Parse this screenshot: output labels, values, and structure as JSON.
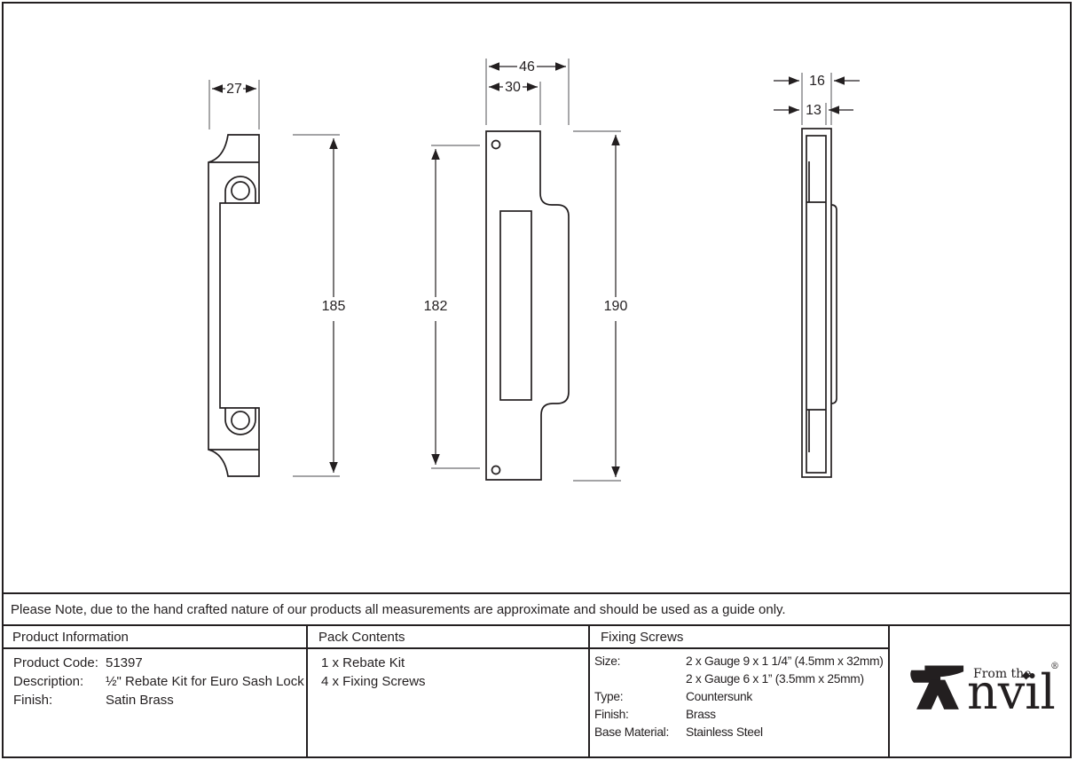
{
  "note": "Please Note, due to the hand crafted nature of our products all measurements are approximate and should be used as a guide only.",
  "dimensions": {
    "front_width": "27",
    "front_height": "185",
    "plate_inner_width": "30",
    "plate_outer_width": "46",
    "plate_left_height": "182",
    "plate_overall_height": "190",
    "side_outer_depth": "16",
    "side_plate_depth": "13"
  },
  "table": {
    "product_information": {
      "header": "Product Information",
      "rows": [
        {
          "label": "Product Code:",
          "value": "51397"
        },
        {
          "label": "Description:",
          "value": "½\" Rebate Kit for Euro Sash Lock"
        },
        {
          "label": "Finish:",
          "value": "Satin Brass"
        }
      ]
    },
    "pack_contents": {
      "header": "Pack Contents",
      "items": [
        "1 x Rebate Kit",
        "4 x Fixing Screws"
      ]
    },
    "fixing_screws": {
      "header": "Fixing Screws",
      "rows": [
        {
          "label": "Size:",
          "value": "2 x Gauge 9 x 1 1/4” (4.5mm x 32mm)"
        },
        {
          "label": "",
          "value": "2 x Gauge 6 x 1” (3.5mm x 25mm)"
        },
        {
          "label": "Type:",
          "value": "Countersunk"
        },
        {
          "label": "Finish:",
          "value": "Brass"
        },
        {
          "label": "Base Material:",
          "value": "Stainless Steel"
        }
      ]
    }
  },
  "logo": {
    "tagline": "From the",
    "wordmark_rest": "nvil",
    "i_dot": "◆",
    "registered": "®"
  },
  "colors": {
    "line": "#231f20",
    "background": "#ffffff"
  }
}
